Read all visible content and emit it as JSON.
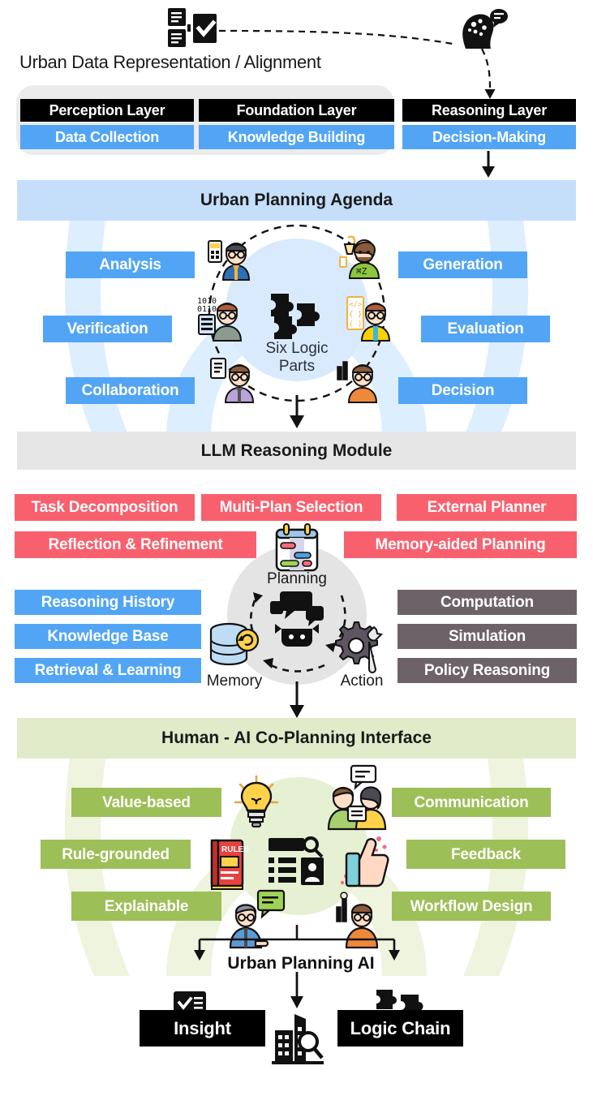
{
  "figure": {
    "title_text": "Urban Data Representation / Alignment"
  },
  "top_section": {
    "caption": "Urban Data Representation / Alignment",
    "icons": [
      {
        "name": "documents-check-icon",
        "label": "documents-check"
      },
      {
        "name": "brain-head-icon",
        "label": "head-with-brain-and-speech-bubble"
      }
    ],
    "layers": [
      {
        "header": "Perception Layer",
        "body": "Data Collection"
      },
      {
        "header": "Foundation Layer",
        "body": "Knowledge Building"
      },
      {
        "header": "Reasoning Layer",
        "body": "Decision-Making"
      }
    ]
  },
  "agenda_section": {
    "band_title": "Urban Planning Agenda",
    "center_label": "Six Logic Parts",
    "center_icon": "puzzle-pieces-icon",
    "left_items": [
      "Analysis",
      "Verification",
      "Collaboration"
    ],
    "right_items": [
      "Generation",
      "Evaluation",
      "Decision"
    ],
    "person_icons": [
      "analyst-person-icon",
      "generator-person-icon",
      "verifier-person-icon",
      "evaluator-person-icon",
      "collaborator-person-icon",
      "decider-person-icon"
    ],
    "footer_band": "LLM Reasoning Module"
  },
  "agent_section": {
    "planning_items_row1": [
      "Task Decomposition",
      "Multi-Plan Selection",
      "External Planner"
    ],
    "planning_items_row2": [
      "Reflection & Refinement",
      "Memory-aided Planning"
    ],
    "memory_items": [
      "Reasoning History",
      "Knowledge Base",
      "Retrieval & Learning"
    ],
    "action_items": [
      "Computation",
      "Simulation",
      "Policy Reasoning"
    ],
    "hub_labels": {
      "planning": "Planning",
      "memory": "Memory",
      "action": "Action"
    },
    "hub_icons": {
      "planning": "calendar-board-icon",
      "memory": "database-refresh-icon",
      "action": "gear-wrench-icon",
      "center": "robot-chat-icon"
    }
  },
  "human_ai_section": {
    "band_title": "Human - AI Co-Planning Interface",
    "left_items": [
      "Value-based",
      "Rule-grounded",
      "Explainable"
    ],
    "right_items": [
      "Communication",
      "Feedback",
      "Workflow Design"
    ],
    "icons": [
      "lightbulb-icon",
      "two-people-chat-icon",
      "rules-book-icon",
      "profile-search-icon",
      "thumbs-up-icon",
      "explainer-person-icon",
      "workflow-person-icon"
    ],
    "outcome_label": "Urban Planning AI",
    "outcomes": [
      {
        "label": "Insight",
        "icon": "chat-checklist-icon"
      },
      {
        "label": "",
        "icon": "city-search-icon"
      },
      {
        "label": "Logic Chain",
        "icon": "puzzle-chain-icon"
      }
    ],
    "outcome_left": "Insight",
    "outcome_right": "Logic Chain"
  },
  "colors": {
    "blue": "#52a5f5",
    "band_blue": "#c5dffb",
    "light_blue": "#ddeeff",
    "red": "#f9606e",
    "gray_box": "#6d6268",
    "band_gray": "#e6e6e6",
    "green": "#9dbf57",
    "band_green": "#e1ebc9",
    "light_green": "#eef4de",
    "black": "#000000",
    "panel_gray": "#ebebeb"
  }
}
